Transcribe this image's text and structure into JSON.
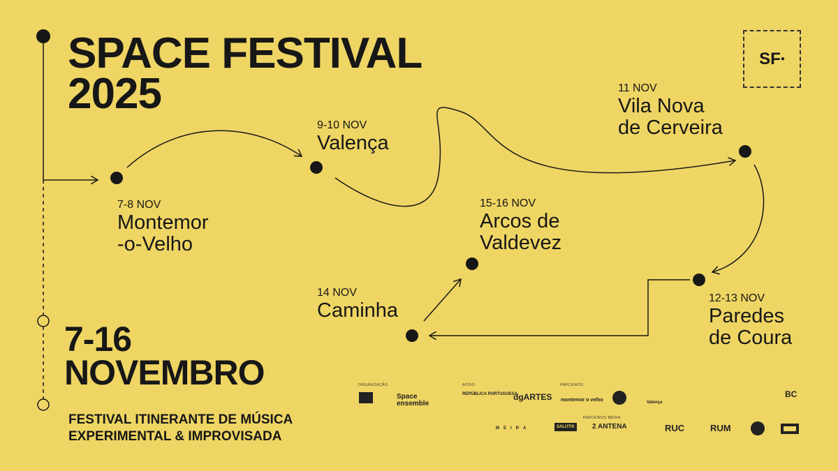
{
  "title": {
    "line1": "SPACE FESTIVAL",
    "line2": "2025"
  },
  "dates": {
    "line1": "7-16",
    "line2": "NOVEMBRO"
  },
  "subtitle": {
    "line1": "FESTIVAL ITINERANTE DE MÚSICA",
    "line2": "EXPERIMENTAL & IMPROVISADA"
  },
  "logo": "SF",
  "stops": [
    {
      "date": "7-8 NOV",
      "city1": "Montemor",
      "city2": "-o-Velho"
    },
    {
      "date": "9-10 NOV",
      "city1": "Valença",
      "city2": ""
    },
    {
      "date": "11 NOV",
      "city1": "Vila Nova",
      "city2": "de Cerveira"
    },
    {
      "date": "12-13 NOV",
      "city1": "Paredes",
      "city2": "de Coura"
    },
    {
      "date": "14 NOV",
      "city1": "Caminha",
      "city2": ""
    },
    {
      "date": "15-16 NOV",
      "city1": "Arcos de",
      "city2": "Valdevez"
    }
  ],
  "sponsors": {
    "labels": [
      "ORGANIZAÇÃO",
      "APOIO",
      "PARCEIROS",
      "PARCEIROS MEDIA"
    ],
    "row1": [
      "Space ensemble",
      "REPÚBLICA PORTUGUESA",
      "dgARTES",
      "montemor o velho",
      "Valença",
      "BC"
    ],
    "row2": [
      "MEIRA",
      "SALUTIS",
      "2 ANTENA",
      "RUC",
      "RUM"
    ]
  },
  "colors": {
    "background": "#EFD563",
    "ink": "#171717"
  }
}
